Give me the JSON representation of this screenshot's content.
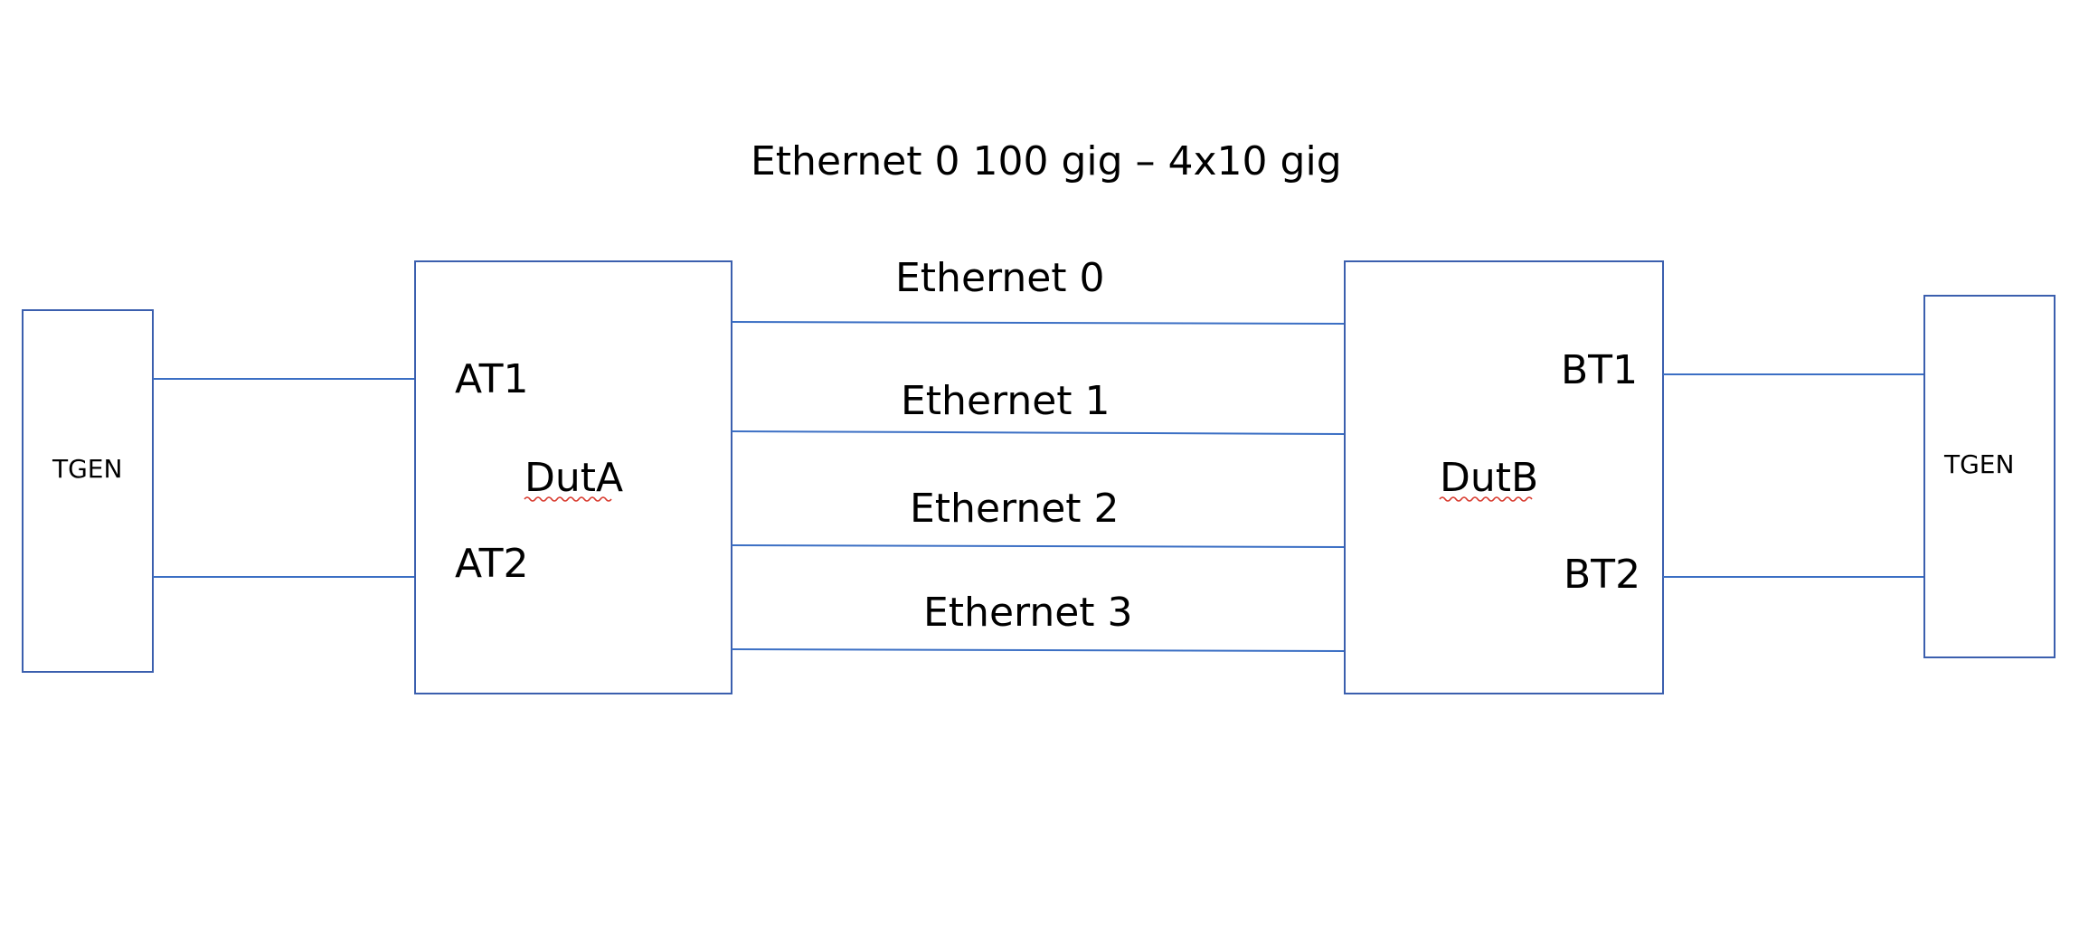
{
  "title": "Ethernet 0 100 gig – 4x10 gig",
  "left_tgen": {
    "label": "TGEN"
  },
  "right_tgen": {
    "label": "TGEN"
  },
  "dut_a": {
    "label": "DutA",
    "ports": [
      "AT1",
      "AT2"
    ]
  },
  "dut_b": {
    "label": "DutB",
    "ports": [
      "BT1",
      "BT2"
    ]
  },
  "links": [
    "Ethernet 0",
    "Ethernet 1",
    "Ethernet 2",
    "Ethernet 3"
  ],
  "colors": {
    "box_border": "#3b5fae",
    "link_line": "#3b6fc4",
    "spellcheck_underline": "#d83a2e"
  }
}
